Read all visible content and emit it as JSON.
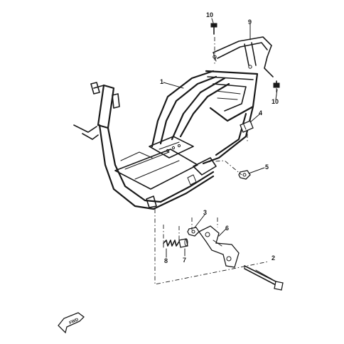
{
  "callouts": [
    {
      "id": "c1",
      "label": "1"
    },
    {
      "id": "c2",
      "label": "2"
    },
    {
      "id": "c3",
      "label": "3"
    },
    {
      "id": "c4",
      "label": "4"
    },
    {
      "id": "c5",
      "label": "5"
    },
    {
      "id": "c6",
      "label": "6"
    },
    {
      "id": "c7",
      "label": "7"
    },
    {
      "id": "c8",
      "label": "8"
    },
    {
      "id": "c9",
      "label": "9"
    },
    {
      "id": "c10a",
      "label": "10"
    },
    {
      "id": "c10b",
      "label": "10"
    }
  ],
  "fwd_badge": {
    "label": "FWD"
  }
}
